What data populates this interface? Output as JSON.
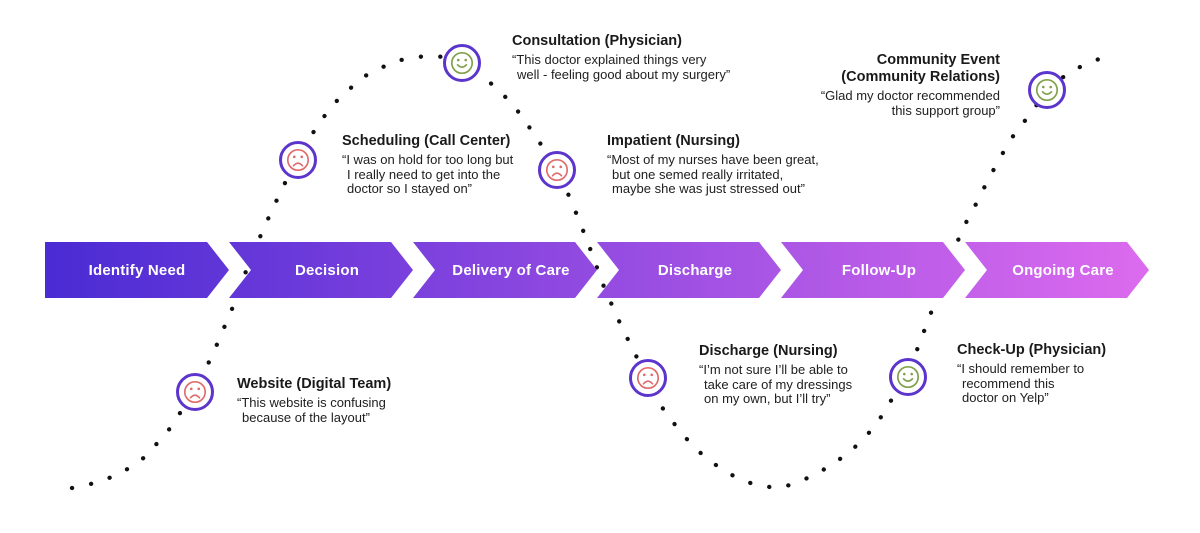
{
  "stages": [
    {
      "label": "Identify Need"
    },
    {
      "label": "Decision"
    },
    {
      "label": "Delivery of Care"
    },
    {
      "label": "Discharge"
    },
    {
      "label": "Follow-Up"
    },
    {
      "label": "Ongoing Care"
    }
  ],
  "touchpoints": [
    {
      "title": "Website (Digital Team)",
      "sentiment": "sad",
      "quote_lines": [
        "“This website is confusing",
        "because of the layout”"
      ]
    },
    {
      "title": "Scheduling (Call Center)",
      "sentiment": "sad",
      "quote_lines": [
        "“I was on hold for too long but",
        "I really need to get into the",
        "doctor so I stayed on”"
      ]
    },
    {
      "title": "Consultation (Physician)",
      "sentiment": "happy",
      "quote_lines": [
        "“This doctor explained things very",
        "well - feeling good about my surgery”"
      ]
    },
    {
      "title": "Impatient (Nursing)",
      "sentiment": "sad",
      "quote_lines": [
        "“Most of my nurses have been great,",
        "but one semed really irritated,",
        "maybe she was just stressed out”"
      ]
    },
    {
      "title": "Community Event",
      "title_line2": "(Community Relations)",
      "sentiment": "happy",
      "quote_lines": [
        "“Glad my doctor recommended",
        "this support group”"
      ]
    },
    {
      "title": "Discharge (Nursing)",
      "sentiment": "sad",
      "quote_lines": [
        "“I’m not sure I’ll be able to",
        "take care of my dressings",
        "on my own, but I’ll try”"
      ]
    },
    {
      "title": "Check-Up (Physician)",
      "sentiment": "happy",
      "quote_lines": [
        "“I should remember to",
        "recommend this",
        "doctor on Yelp”"
      ]
    }
  ],
  "colors": {
    "band_gradient_start": "#4A2BD4",
    "band_gradient_end": "#DC6BEE",
    "icon_ring": "#5B35CC",
    "happy_face": "#7FA048",
    "sad_face": "#E06B6B",
    "dot": "#111111",
    "stage_label": "#FFFFFF",
    "text": "#1A1A1A"
  }
}
